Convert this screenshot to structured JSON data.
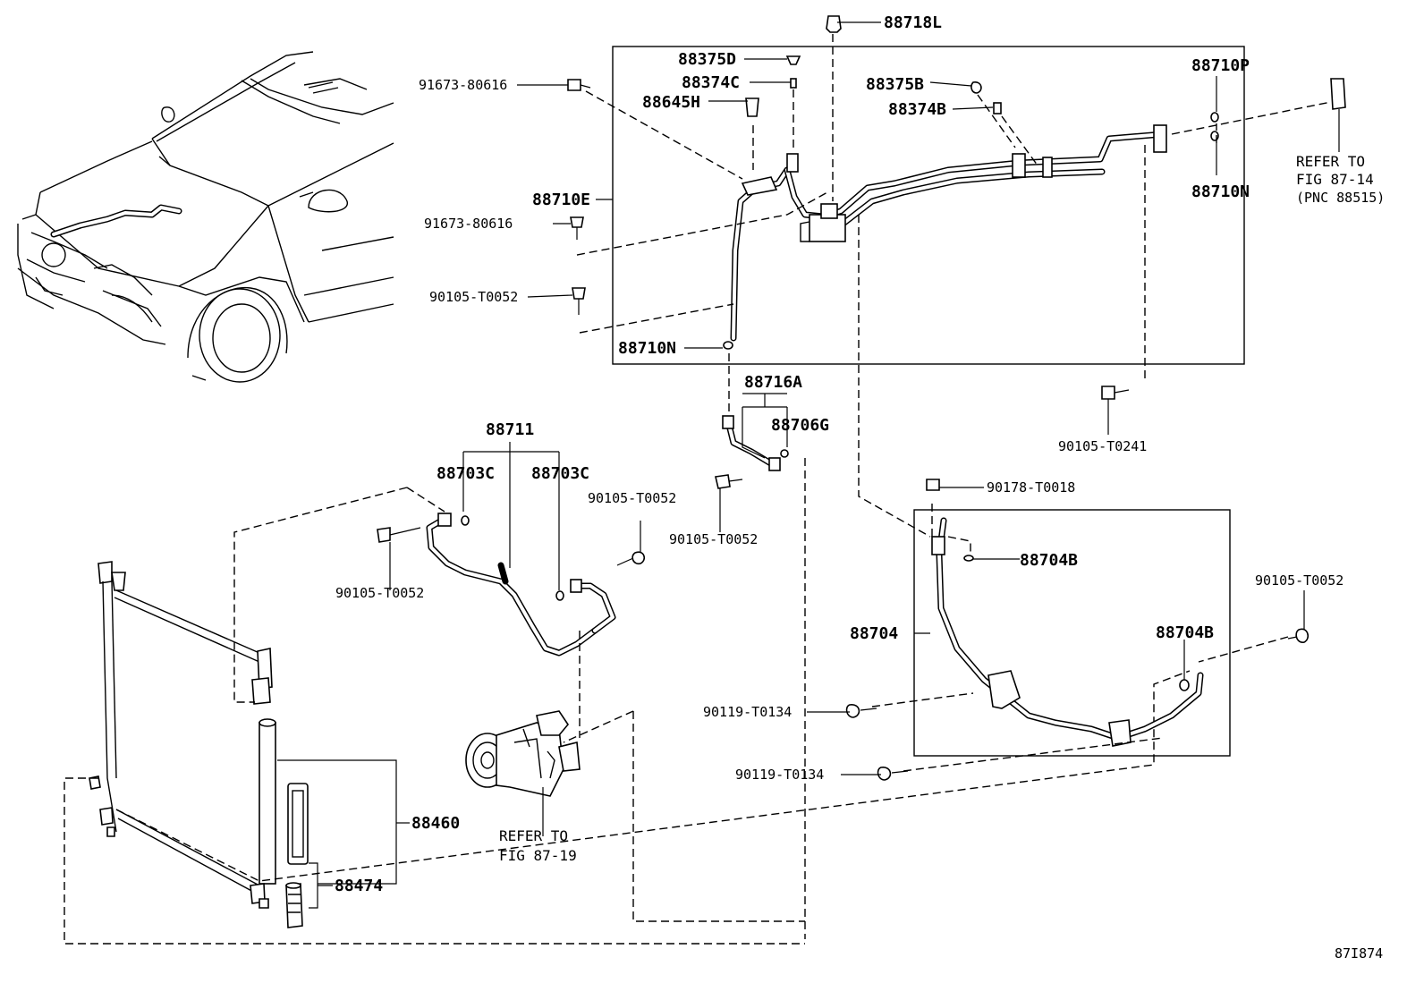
{
  "labels": {
    "p88718L": "88718L",
    "p88375D": "88375D",
    "p88374C": "88374C",
    "p88645H": "88645H",
    "p88375B": "88375B",
    "p88374B": "88374B",
    "p88710P": "88710P",
    "p88710N_r": "88710N",
    "p88710E": "88710E",
    "p88710N_l": "88710N",
    "p91673_a": "91673-80616",
    "p91673_b": "91673-80616",
    "p90105_a": "90105-T0052",
    "p88716A": "88716A",
    "p88706G": "88706G",
    "p88711": "88711",
    "p88703C_a": "88703C",
    "p88703C_b": "88703C",
    "p90105_b": "90105-T0052",
    "p90105_c": "90105-T0052",
    "p90105_d": "90105-T0052",
    "p90105_T0241": "90105-T0241",
    "p90178": "90178-T0018",
    "p88704B_a": "88704B",
    "p88704": "88704",
    "p88704B_b": "88704B",
    "p90105_e": "90105-T0052",
    "p90119_a": "90119-T0134",
    "p90119_b": "90119-T0134",
    "p88460": "88460",
    "p88474": "88474"
  },
  "notes": {
    "refer_right_1": "REFER TO",
    "refer_right_2": "FIG 87-14",
    "refer_right_3": "(PNC 88515)",
    "refer_comp_1": "REFER TO",
    "refer_comp_2": "FIG 87-19"
  },
  "figure_id": "87I874"
}
